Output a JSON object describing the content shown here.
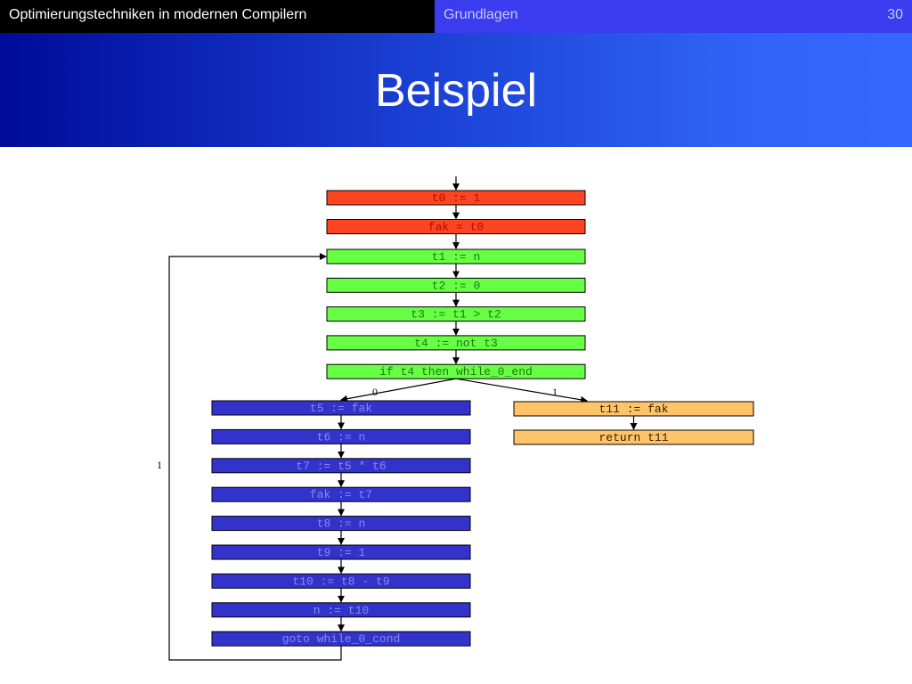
{
  "topbar": {
    "course": "Optimierungstechniken in modernen Compilern",
    "section": "Grundlagen",
    "page_number": "30"
  },
  "slide": {
    "title": "Beispiel"
  },
  "colors": {
    "init": "#ff4422",
    "loop_head": "#66ff44",
    "loop_body": "#3333cc",
    "exit": "#ffc46a",
    "edge": "#000000"
  },
  "flowgraph": {
    "blocks": [
      {
        "id": "init",
        "color_key": "init",
        "statements": [
          "t0 := 1",
          "fak = t0"
        ]
      },
      {
        "id": "loop-head",
        "color_key": "loop_head",
        "statements": [
          "t1 := n",
          "t2 := 0",
          "t3 := t1 > t2",
          "t4 := not t3",
          "if t4 then while_0_end"
        ]
      },
      {
        "id": "loop-body",
        "color_key": "loop_body",
        "statements": [
          "t5 := fak",
          "t6 := n",
          "t7 := t5 * t6",
          "fak := t7",
          "t8 := n",
          "t9 := 1",
          "t10 := t8 - t9",
          "n := t10",
          "goto while_0_cond"
        ]
      },
      {
        "id": "exit",
        "color_key": "exit",
        "statements": [
          "t11 := fak",
          "return t11"
        ]
      }
    ],
    "edge_labels": {
      "branch_false": "0",
      "branch_true": "1",
      "back_edge": "1"
    }
  }
}
